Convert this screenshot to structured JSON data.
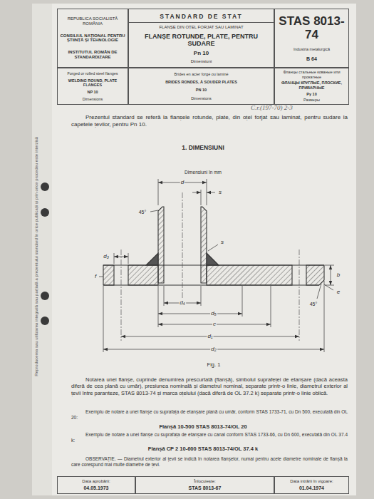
{
  "diagram": {
    "nodes": [
      {
        "text": [
          "REPUBLICA SOCIALISTĂ ROMÂNIA",
          "CONSILIUL NAȚIONAL PENTRU ȘTIINȚĂ ȘI TEHNOLOGIE",
          "INSTITUTUL ROMÂN DE STANDARDIZARE"
        ]
      },
      {
        "text": [
          "STANDARD DE STAT",
          "FLANȘE DIN OȚEL FORJAT SAU LAMINAT",
          "FLANȘE ROTUNDE, PLATE, PENTRU SUDARE",
          "Pn 10",
          "Dimensiuni"
        ]
      },
      {
        "text": [
          "STAS 8013-74",
          "Industria metalurgică",
          "B 64"
        ]
      },
      {
        "text": [
          "Forged or rolled steel flanges",
          "WELDING ROUND, PLATE FLANGES",
          "NP 10",
          "Dimensions"
        ]
      },
      {
        "text": [
          "Brides en acier forgé ou laminé",
          "BRIDES RONDES, À SOUDER PLATES",
          "PN 10",
          "Dimensions"
        ]
      },
      {
        "text": [
          "Фланцы стальные кованые или прокатные",
          "ФЛАНЦЫ КРУГЛЫЕ, ПЛОСКИЕ, ПРИВАРНЫЕ",
          "Ру 10",
          "Размеры"
        ]
      },
      {
        "text": [
          "Data aprobării:",
          "04.05.1973"
        ]
      },
      {
        "text": [
          "Înlocuiește:",
          "STAS 8013-67"
        ]
      },
      {
        "text": [
          "Data intrării în vigoare:",
          "01.04.1974"
        ]
      }
    ],
    "labels": [
      "Reproducerea sau utilizarea integrală sau parțială a prezentului standard în orice publicații și prin orice procedeu este interzisă",
      "C.r.(197-70) 2-3",
      "Prezentul standard se referă la flanșele rotunde, plate, din oțel forjat sau laminat, pentru sudare la capetele țevilor, pentru Pn 10.",
      "1. DIMENSIUNI",
      "Dimensiuni în mm",
      "d",
      "s",
      "45°",
      "d₃",
      "s",
      "f",
      "b",
      "e",
      "d₄",
      "d₅",
      "c",
      "d₁",
      "d₂",
      "45°",
      "Fig. 1",
      "Notarea unei flanșe, cuprinde denumirea prescurtată (flanșă), simbolul suprafeței de etanșare (dacă aceasta diferă de cea plană cu umăr), presiunea nominală și diametrul nominal, separate printr-o linie, diametrul exterior al țevii între paranteze, STAS 8013-74 și marca oțelului (dacă diferă de OL 37.2 k) separate printr-o linie oblică.",
      "Exemplu de notare a unei flanșe cu suprafața de etanșare plană cu umăr, conform STAS 1733-71, cu Dn 500, executată din OL 20:",
      "Flanșă 10-500 STAS 8013-74/OL 20",
      "Exemplu de notare a unei flanșe cu suprafața de etanșare cu canal conform STAS 1733-66, cu Dn 600, executată din OL 37.4 k:",
      "Flanșă CP 2 10-600 STAS 8013-74/OL 37.4 k",
      "OBSERVAȚIE. — Diametrul exterior al țevii se indică în notarea flanșelor, numai pentru acele diametre nominale de flanșă la care corespund mai multe diametre de țevi."
    ]
  }
}
